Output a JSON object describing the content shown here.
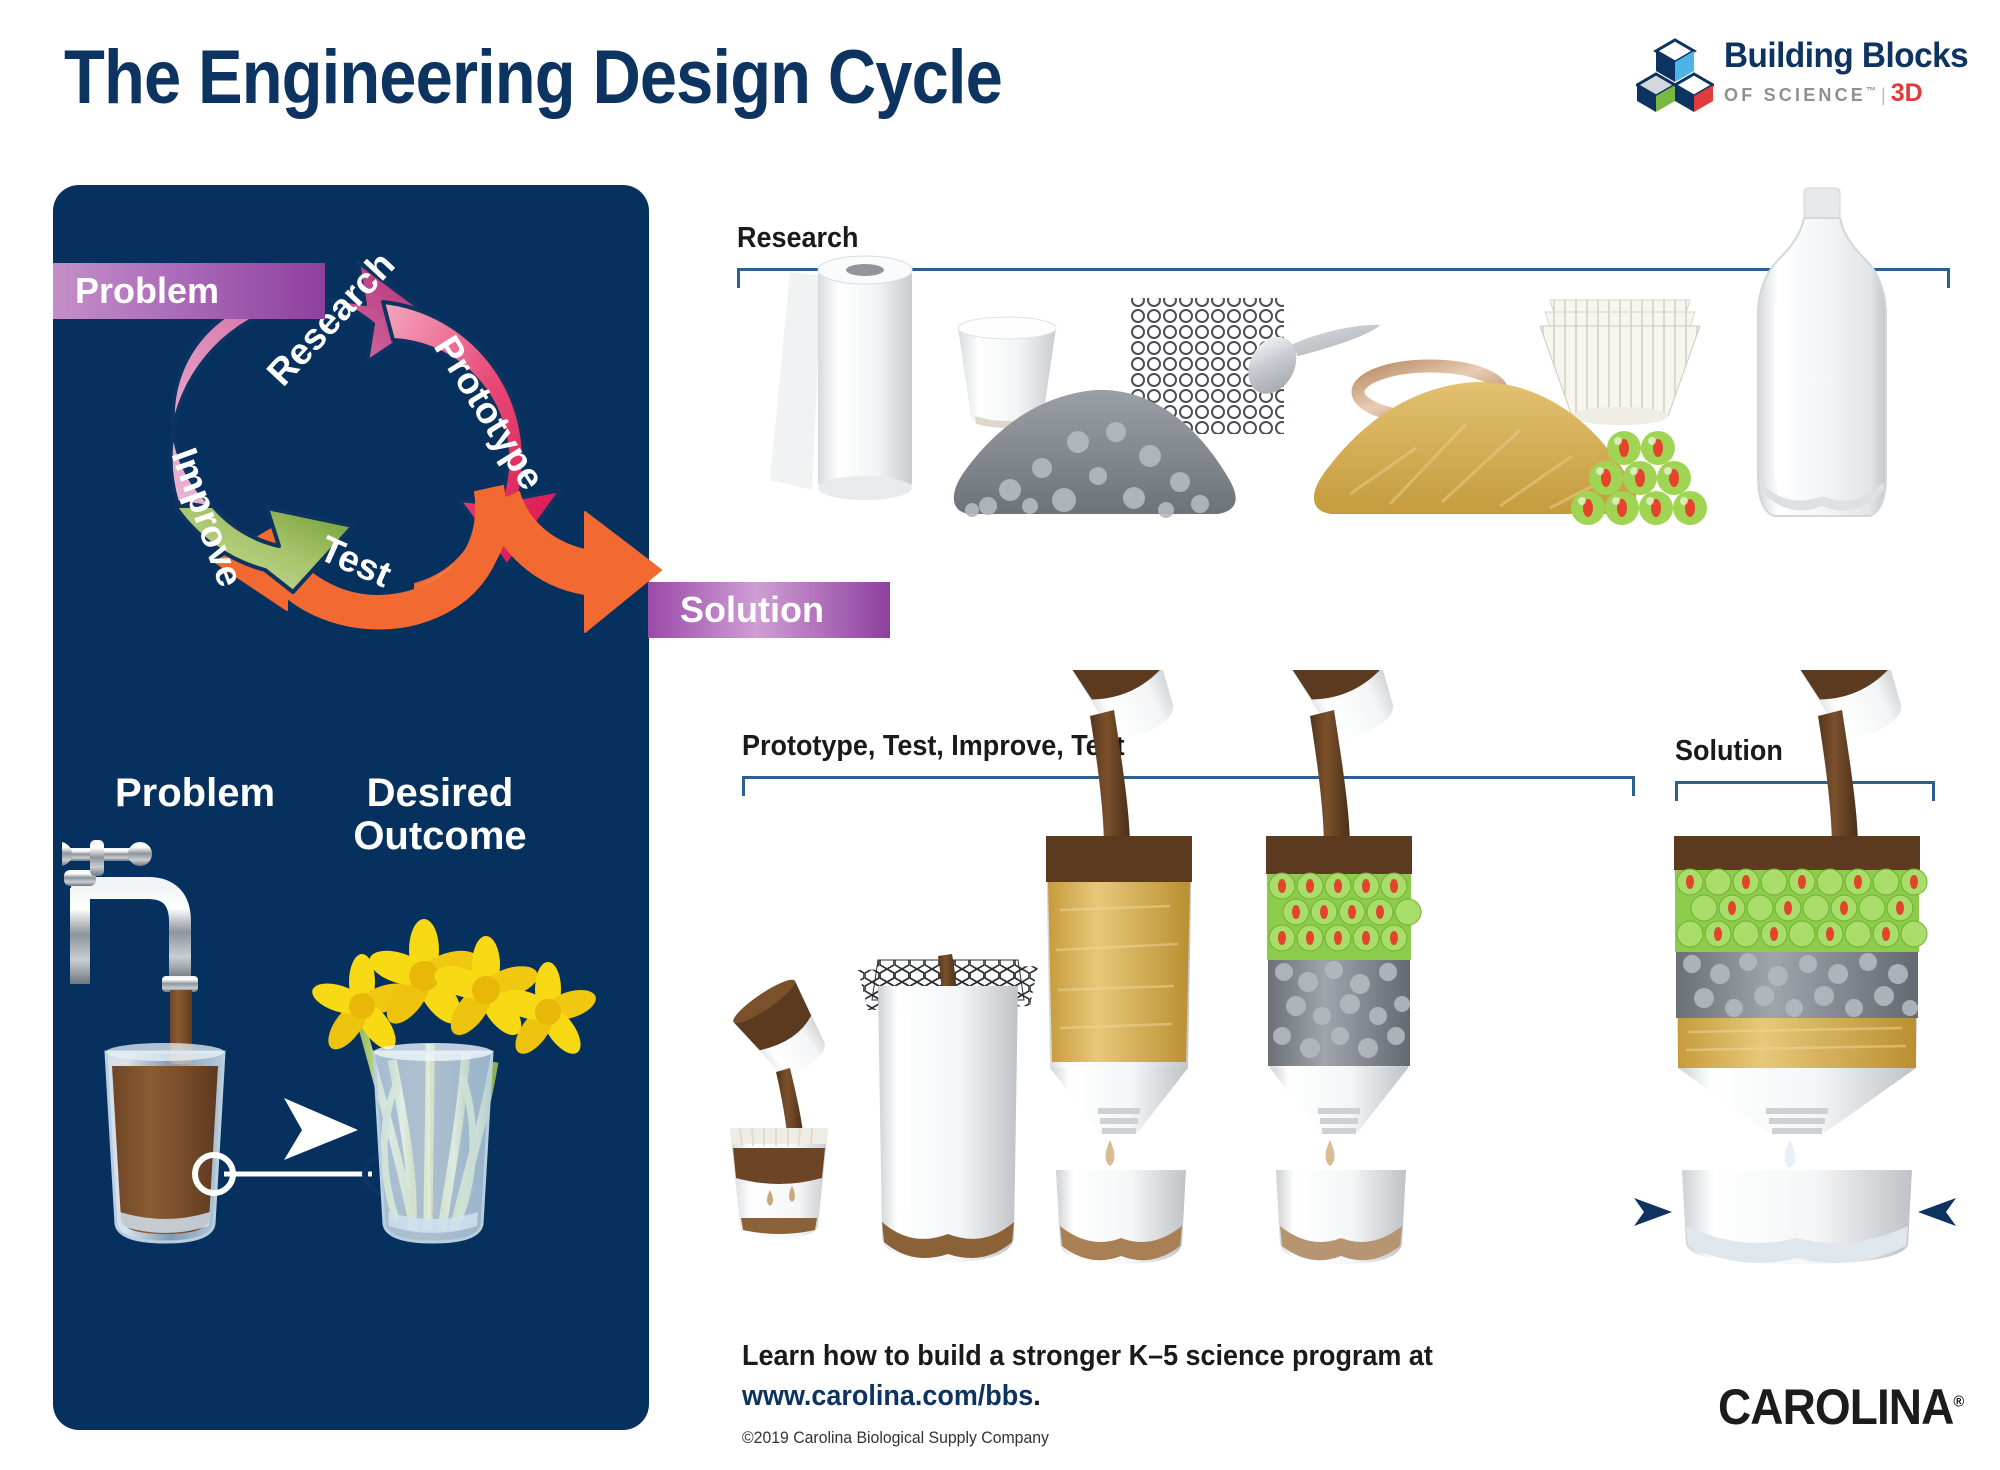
{
  "page": {
    "title": "The Engineering Design Cycle",
    "background": "#ffffff",
    "navy": "#06315f",
    "title_color": "#0d3360"
  },
  "logo_bbs": {
    "name": "building-blocks-of-science-3d-logo",
    "line1": "Building Blocks",
    "line2_a": "OF SCIENCE",
    "tm": "™",
    "divider": "|",
    "line2_b": "3D",
    "colors": {
      "navy": "#0d3360",
      "gray": "#8c9097",
      "red": "#e03a3e",
      "cube_blue": "#4db4e8",
      "cube_green": "#78b843",
      "cube_red": "#e03a3e",
      "cube_silver": "#d4d8dc"
    }
  },
  "cycle": {
    "name": "engineering-design-cycle-diagram",
    "flag_start": "Problem",
    "flag_end": "Solution",
    "steps": [
      {
        "label": "Research",
        "color": "#cf4a8e"
      },
      {
        "label": "Prototype",
        "color": "#e01a51"
      },
      {
        "label": "Test",
        "color": "#f26a31"
      },
      {
        "label": "Improve",
        "color": "#7cab3e"
      }
    ],
    "flag_gradient_start": "#c48fc8",
    "flag_gradient_end": "#8e3f9e"
  },
  "left_panel": {
    "problem_label": "Problem",
    "outcome_label": "Desired\nOutcome",
    "problem_caption": "Problem",
    "outcome_caption_line1": "Desired",
    "outcome_caption_line2": "Outcome",
    "problem_illustration": "faucet-pouring-dirty-water-into-glass",
    "outcome_illustration": "daffodils-in-glass-of-clean-water",
    "transition_marker": "white-chevron-arrow"
  },
  "sections": {
    "research": {
      "heading": "Research",
      "materials": [
        "paper-towel-roll",
        "paper-cup",
        "mesh-screen",
        "spoon",
        "rubber-band",
        "coffee-filters",
        "gravel-pile",
        "sand-pile",
        "marbles",
        "plastic-bottle"
      ]
    },
    "prototype": {
      "heading": "Prototype, Test, Improve, Test",
      "stages": [
        "cup-with-filter-paper",
        "bottle-with-mesh-screen",
        "bottle-with-sand-layer",
        "bottle-with-marbles-and-gravel"
      ]
    },
    "solution": {
      "heading": "Solution",
      "stages": [
        "bottle-with-marbles-gravel-sand-clean-drip"
      ],
      "result_markers": "navy-chevron-pair"
    }
  },
  "footer": {
    "cta_line1": "Learn how to build a stronger K–5 science program at",
    "cta_line2": "www.carolina.com/bbs",
    "cta_period": ".",
    "copyright": "©2019 Carolina Biological Supply Company",
    "brand": "CAROLINA",
    "brand_reg": "®"
  }
}
